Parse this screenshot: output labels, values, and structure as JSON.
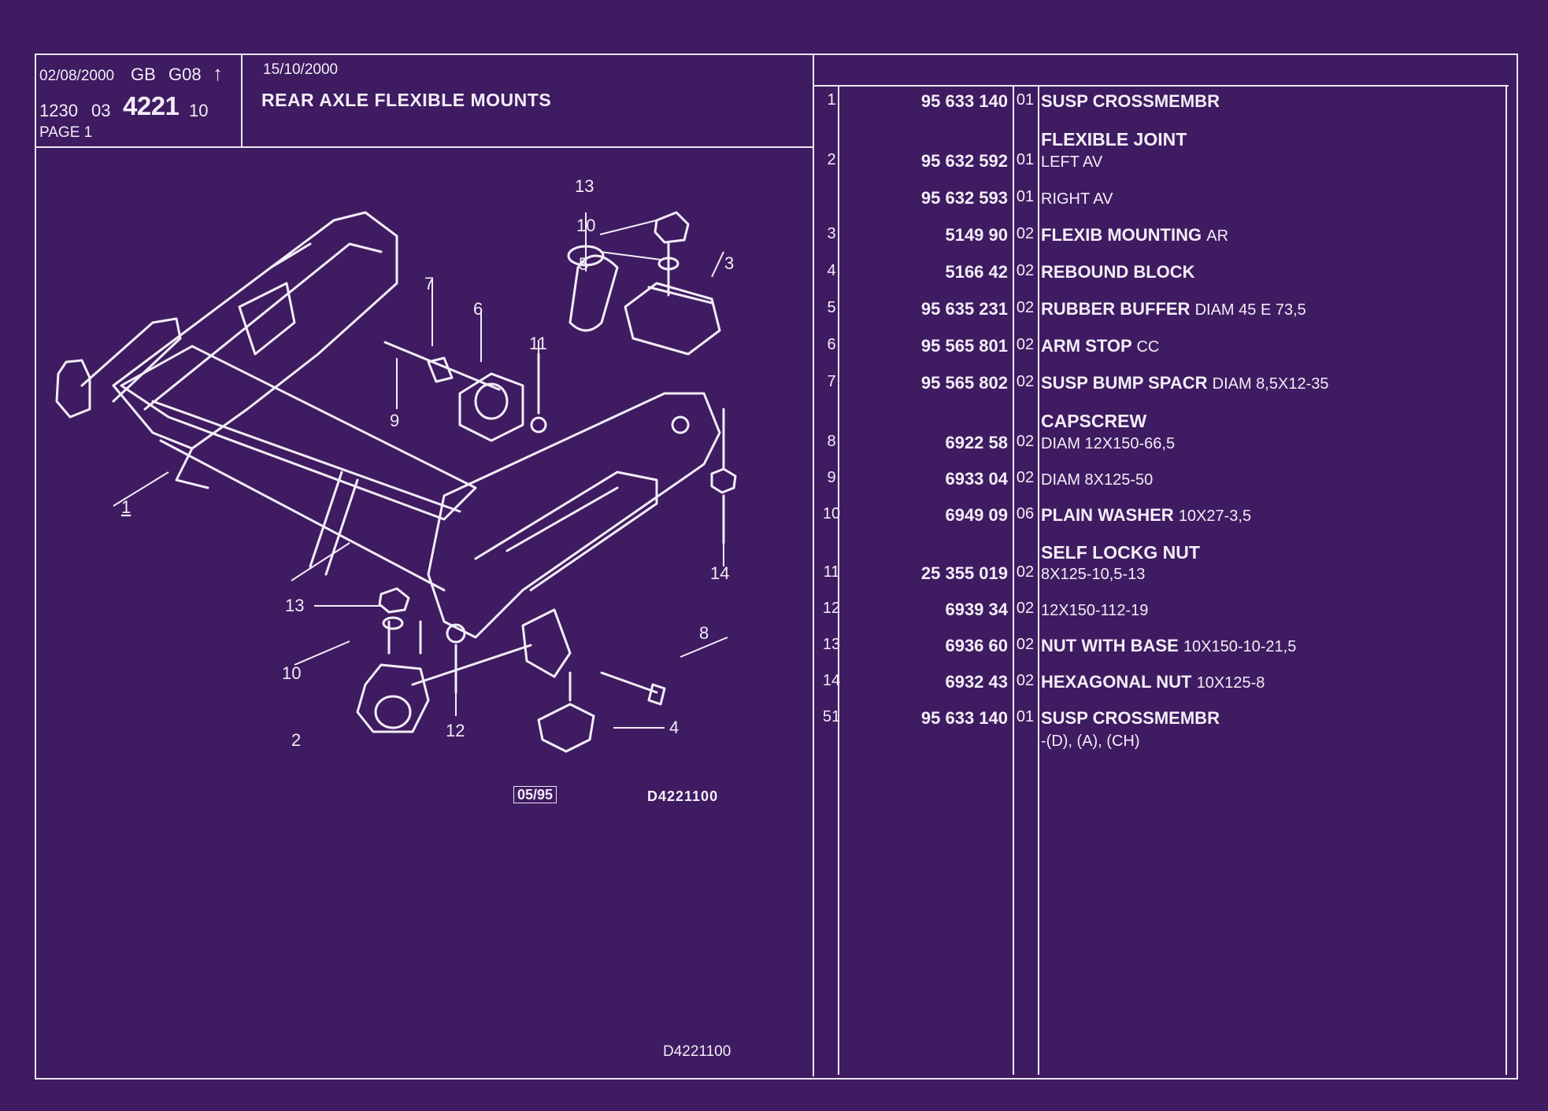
{
  "header": {
    "date_left": "02/08/2000",
    "lang": "GB",
    "code": "G08",
    "arrow_glyph": "↑",
    "line2_a": "1230",
    "line2_b": "03",
    "group": "4221",
    "line2_c": "10",
    "page": "PAGE 1",
    "date_right": "15/10/2000",
    "title": "REAR AXLE FLEXIBLE MOUNTS"
  },
  "parts": [
    {
      "idx": "1",
      "ref": "95 633 140",
      "qty": "01",
      "name": "SUSP CROSSMEMBR",
      "detail": ""
    },
    {
      "idx": "2",
      "ref": "95 632 592",
      "qty": "01",
      "name": "",
      "detail": "LEFT AV",
      "heading": "FLEXIBLE JOINT"
    },
    {
      "idx": "",
      "ref": "95 632 593",
      "qty": "01",
      "name": "",
      "detail": "RIGHT AV"
    },
    {
      "idx": "3",
      "ref": "5149 90",
      "qty": "02",
      "name": "FLEXIB MOUNTING",
      "detail": "AR"
    },
    {
      "idx": "4",
      "ref": "5166 42",
      "qty": "02",
      "name": "REBOUND BLOCK",
      "detail": ""
    },
    {
      "idx": "5",
      "ref": "95 635 231",
      "qty": "02",
      "name": "RUBBER BUFFER",
      "detail": "DIAM 45 E 73,5"
    },
    {
      "idx": "6",
      "ref": "95 565 801",
      "qty": "02",
      "name": "ARM STOP",
      "detail": "CC"
    },
    {
      "idx": "7",
      "ref": "95 565 802",
      "qty": "02",
      "name": "SUSP BUMP SPACR",
      "detail": "DIAM 8,5X12-35"
    },
    {
      "idx": "8",
      "ref": "6922 58",
      "qty": "02",
      "name": "",
      "detail": "DIAM 12X150-66,5",
      "heading": "CAPSCREW"
    },
    {
      "idx": "9",
      "ref": "6933 04",
      "qty": "02",
      "name": "",
      "detail": "DIAM 8X125-50"
    },
    {
      "idx": "10",
      "ref": "6949 09",
      "qty": "06",
      "name": "PLAIN WASHER",
      "detail": "10X27-3,5"
    },
    {
      "idx": "11",
      "ref": "25 355 019",
      "qty": "02",
      "name": "",
      "detail": "8X125-10,5-13",
      "heading": "SELF LOCKG NUT"
    },
    {
      "idx": "12",
      "ref": "6939 34",
      "qty": "02",
      "name": "",
      "detail": "12X150-112-19"
    },
    {
      "idx": "13",
      "ref": "6936 60",
      "qty": "02",
      "name": "NUT WITH BASE",
      "detail": "10X150-10-21,5"
    },
    {
      "idx": "14",
      "ref": "6932 43",
      "qty": "02",
      "name": "HEXAGONAL NUT",
      "detail": "10X125-8"
    },
    {
      "idx": "51",
      "ref": "95 633 140",
      "qty": "01",
      "name": "SUSP CROSSMEMBR",
      "detail": "",
      "subline": "-(D), (A), (CH)"
    }
  ],
  "drawing": {
    "callouts": [
      "1",
      "2",
      "3",
      "4",
      "5",
      "6",
      "7",
      "8",
      "9",
      "10",
      "10",
      "11",
      "12",
      "13",
      "13",
      "14"
    ],
    "stamp_date": "05/95",
    "stamp_code": "D4221100",
    "footer_code": "D4221100"
  }
}
